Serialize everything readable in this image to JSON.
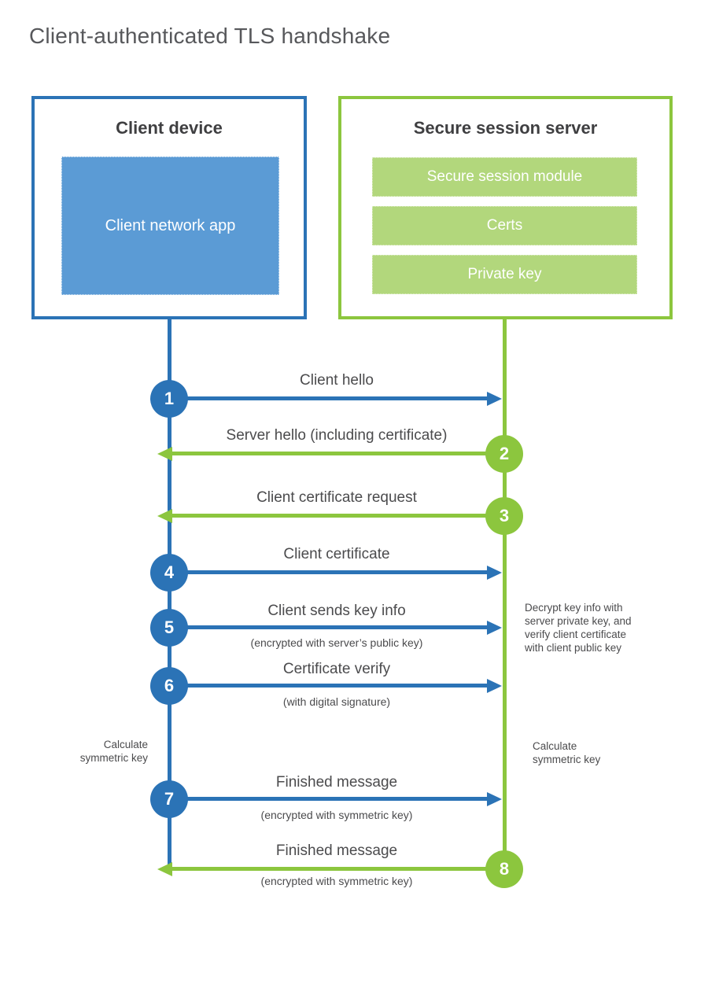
{
  "title": "Client-authenticated TLS handshake",
  "colors": {
    "blue": "#2b73b6",
    "blue-fill": "#5b9bd5",
    "green": "#8cc63e",
    "green-fill": "#b2d77c",
    "ink": "#3f3f41",
    "label": "#4b4b4d",
    "title": "#57585b"
  },
  "client": {
    "title": "Client device",
    "app_label": "Client network app"
  },
  "server": {
    "title": "Secure session server",
    "modules": [
      "Secure session module",
      "Certs",
      "Private key"
    ]
  },
  "steps": [
    {
      "num": "1",
      "from": "client",
      "direction": "right",
      "color": "blue",
      "label": "Client hello",
      "sub": ""
    },
    {
      "num": "2",
      "from": "server",
      "direction": "left",
      "color": "green",
      "label": "Server hello (including certificate)",
      "sub": ""
    },
    {
      "num": "3",
      "from": "server",
      "direction": "left",
      "color": "green",
      "label": "Client certificate request",
      "sub": ""
    },
    {
      "num": "4",
      "from": "client",
      "direction": "right",
      "color": "blue",
      "label": "Client certificate",
      "sub": ""
    },
    {
      "num": "5",
      "from": "client",
      "direction": "right",
      "color": "blue",
      "label": "Client sends key info",
      "sub": "(encrypted with server’s public key)"
    },
    {
      "num": "6",
      "from": "client",
      "direction": "right",
      "color": "blue",
      "label": "Certificate verify",
      "sub": "(with digital signature)"
    },
    {
      "num": "7",
      "from": "client",
      "direction": "right",
      "color": "blue",
      "label": "Finished message",
      "sub": "(encrypted with symmetric key)"
    },
    {
      "num": "8",
      "from": "server",
      "direction": "left",
      "color": "green",
      "label": "Finished message",
      "sub": "(encrypted with symmetric key)"
    }
  ],
  "notes": {
    "decrypt": {
      "lines": [
        "Decrypt key info with",
        "server private key, and",
        "verify client certificate",
        "with client public key"
      ]
    },
    "calc_left": {
      "lines": [
        "Calculate",
        "symmetric key"
      ]
    },
    "calc_right": {
      "lines": [
        "Calculate",
        "symmetric key"
      ]
    }
  }
}
